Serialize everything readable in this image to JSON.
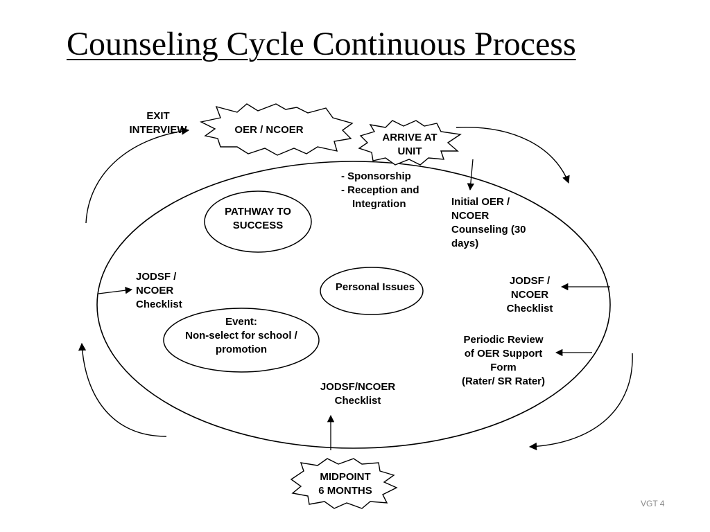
{
  "title": "Counseling Cycle Continuous Process",
  "footer": "VGT 4",
  "nodes": {
    "exit_interview": [
      "EXIT",
      "INTERVIEW"
    ],
    "oer_ncoer": "OER / NCOER",
    "arrive_at_unit": [
      "ARRIVE AT",
      "UNIT"
    ],
    "sponsorship_bullets": [
      "-  Sponsorship",
      "-  Reception and",
      "Integration"
    ],
    "initial_counseling": [
      "Initial OER /",
      "NCOER",
      "Counseling (30",
      "days)"
    ],
    "pathway_to_success": [
      "PATHWAY TO",
      "SUCCESS"
    ],
    "jodsf_left": [
      "JODSF /",
      "NCOER",
      "Checklist"
    ],
    "personal_issues": "Personal Issues",
    "jodsf_right": [
      "JODSF /",
      "NCOER",
      "Checklist"
    ],
    "event": [
      "Event:",
      "Non-select for school /",
      "promotion"
    ],
    "periodic_review": [
      "Periodic Review",
      "of OER Support",
      "Form",
      "(Rater/ SR Rater)"
    ],
    "jodsf_bottom": [
      "JODSF/NCOER",
      "Checklist"
    ],
    "midpoint": [
      "MIDPOINT",
      "6 MONTHS"
    ]
  }
}
